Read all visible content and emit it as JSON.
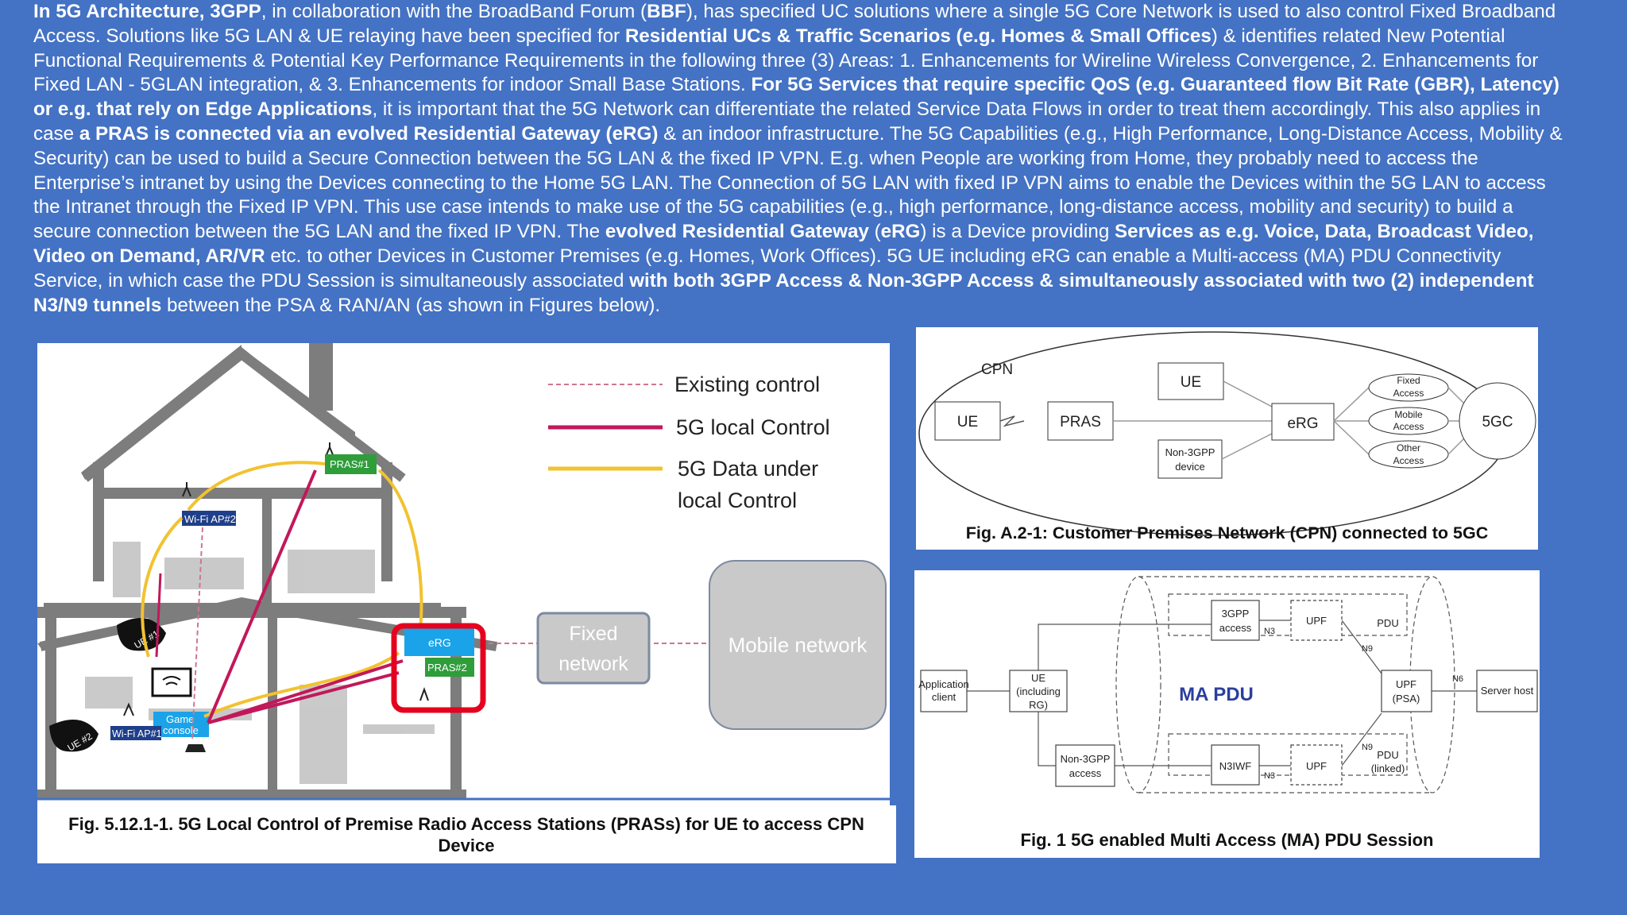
{
  "intro": [
    {
      "t": "In 5G Architecture, 3GPP",
      "b": true
    },
    {
      "t": ", in collaboration with the BroadBand Forum (",
      "b": false
    },
    {
      "t": "BBF",
      "b": true
    },
    {
      "t": "), has specified UC solutions where a single 5G Core Network is used to also control Fixed Broadband Access. Solutions like 5G LAN & UE relaying have been specified for ",
      "b": false
    },
    {
      "t": "Residential UCs & Traffic Scenarios (e.g. Homes & Small Offices",
      "b": true
    },
    {
      "t": ") & identifies related New Potential Functional Requirements & Potential Key Performance Requirements in the following three (3) Areas: 1. Enhancements for Wireline Wireless Convergence, 2. Enhancements for Fixed LAN - 5GLAN integration, & 3. Enhancements for indoor Small Base Stations. ",
      "b": false
    },
    {
      "t": "For 5G Services that require specific QoS (e.g. Guaranteed flow Bit Rate (GBR), Latency) or e.g. that rely on Edge Applications",
      "b": true
    },
    {
      "t": ", it is important that the 5G Network can differentiate the related Service Data Flows in order to treat them accordingly. This also applies in case ",
      "b": false
    },
    {
      "t": "a PRAS is connected via an evolved Residential Gateway (eRG)",
      "b": true
    },
    {
      "t": " & an indoor infrastructure. The 5G Capabilities (e.g., High Performance, Long-Distance Access, Mobility & Security) can be used to build a Secure Connection between the 5G LAN & the fixed IP VPN. E.g.  when People are working from Home, they probably need to access the Enterprise’s intranet by using the Devices connecting to the Home 5G LAN. The Connection of 5G LAN with fixed IP VPN aims to enable the Devices within the 5G LAN to access the Intranet through the Fixed IP VPN.  This use case intends to make use of the 5G capabilities (e.g., high performance, long-distance access, mobility and security) to build a secure connection between the 5G LAN and the fixed IP VPN. The ",
      "b": false
    },
    {
      "t": "evolved Residential Gateway",
      "b": true
    },
    {
      "t": " (",
      "b": false
    },
    {
      "t": "eRG",
      "b": true
    },
    {
      "t": ") is a Device providing ",
      "b": false
    },
    {
      "t": "Services as e.g. Voice, Data, Broadcast Video, Video on Demand, AR/VR",
      "b": true
    },
    {
      "t": " etc. to other Devices in Customer Premises (e.g. Homes, Work Offices). 5G UE including eRG can enable a Multi-access (MA) PDU Connectivity Service, in which case the PDU Session is simultaneously associated ",
      "b": false
    },
    {
      "t": "with both 3GPP Access & Non-3GPP Access & simultaneously associated with two (2) independent N3/N9 tunnels",
      "b": true
    },
    {
      "t": " between the PSA & RAN/AN (as shown in Figures below).",
      "b": false
    }
  ],
  "fig_left": {
    "caption": "Fig. 5.12.1-1. 5G Local Control of Premise Radio Access Stations (PRASs) for UE  to access CPN Device",
    "legend": [
      "Existing control",
      "5G local Control",
      "5G Data under",
      "local Control"
    ],
    "fixed_network": [
      "Fixed",
      "network"
    ],
    "mobile_network": "Mobile network",
    "labels": {
      "pras1": "PRAS#1",
      "pras2": "PRAS#2",
      "erg": "eRG",
      "wifi2": "Wi-Fi AP#2",
      "wifi1": "Wi-Fi AP#1",
      "game": [
        "Game",
        "console"
      ],
      "ue1": "UE #1",
      "ue2": "UE #2"
    },
    "colors": {
      "control": "#c2185b",
      "data": "#f2c230",
      "existing": "#d0758d",
      "highlight": "#e5001e",
      "device": "#1aa3e8",
      "pras": "#2e9d3a"
    }
  },
  "fig_tr": {
    "caption": "Fig. A.2-1: Customer Premises Network (CPN) connected to 5GC",
    "cpn": "CPN",
    "ue_left": "UE",
    "pras": "PRAS",
    "ue_top": "UE",
    "non3gpp": [
      "Non-3GPP",
      "device"
    ],
    "erg": "eRG",
    "fixed": [
      "Fixed",
      "Access"
    ],
    "mobile": [
      "Mobile",
      "Access"
    ],
    "other": [
      "Other",
      "Access"
    ],
    "core": "5GC"
  },
  "fig_br": {
    "caption": "Fig. 1    5G enabled Multi Access (MA) PDU Session",
    "app": [
      "Application",
      "client"
    ],
    "ue": [
      "UE",
      "(including",
      "RG)"
    ],
    "a3gpp": [
      "3GPP",
      "access"
    ],
    "non3gpp": [
      "Non-3GPP",
      "access"
    ],
    "n3iwf": "N3IWF",
    "upf_top": "UPF",
    "upf_bottom": "UPF",
    "upf_psa": [
      "UPF",
      "(PSA)"
    ],
    "pdu_top": "PDU",
    "pdu_bottom": [
      "PDU",
      "(linked)"
    ],
    "ma_pdu": "MA PDU",
    "server": "Server host",
    "n3_top": "N3",
    "n3_bottom": "N3",
    "n9_top": "N9",
    "n9_bottom": "N9",
    "n6": "N6"
  }
}
